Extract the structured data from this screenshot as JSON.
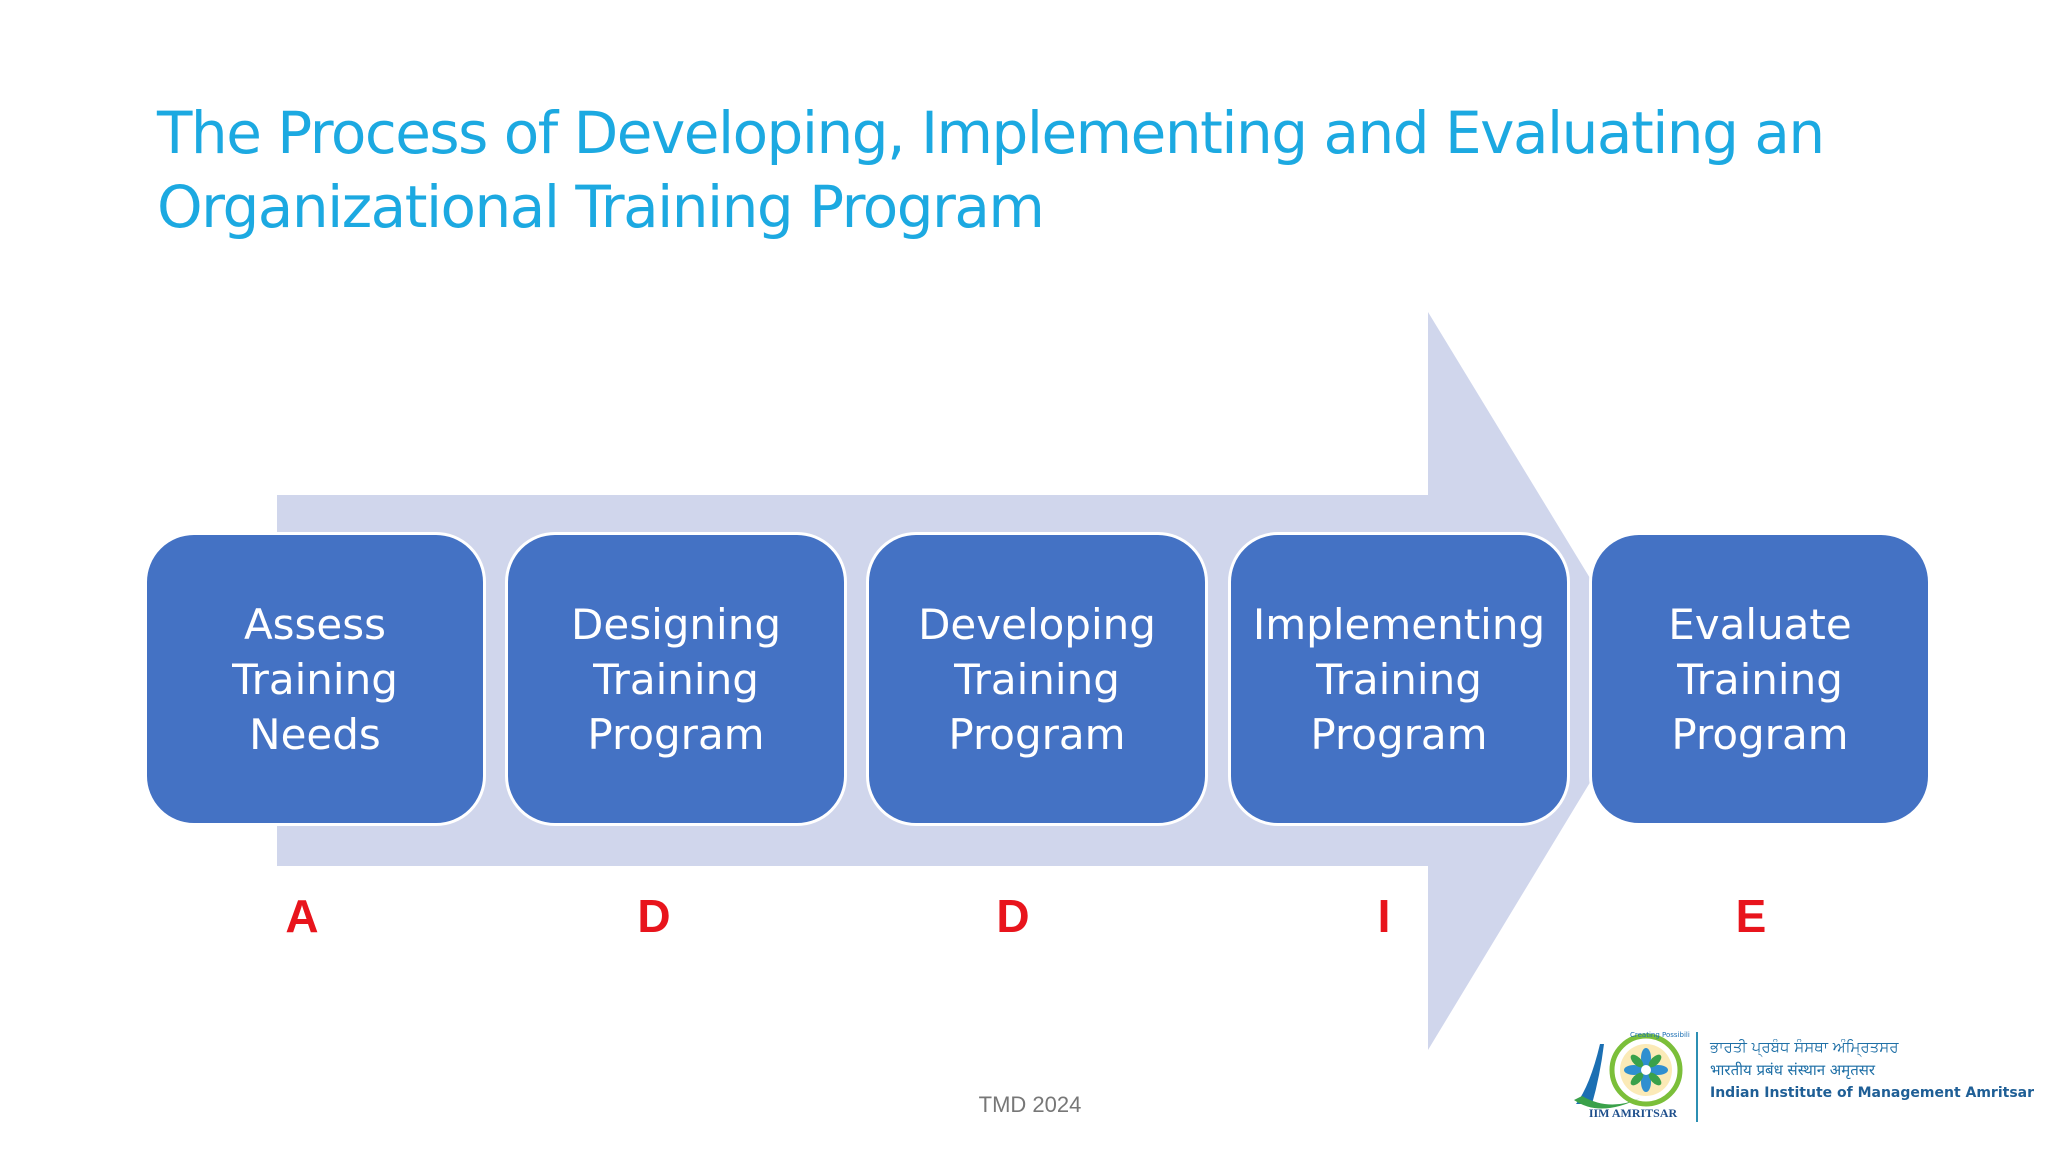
{
  "slide": {
    "title_line1": "The Process of Developing, Implementing and Evaluating an",
    "title_line2": "Organizational Training Program",
    "footer": "TMD 2024"
  },
  "steps": [
    {
      "label": "Assess\nTraining\nNeeds",
      "letter": "A"
    },
    {
      "label": "Designing\nTraining\nProgram",
      "letter": "D"
    },
    {
      "label": "Developing\nTraining\nProgram",
      "letter": "D"
    },
    {
      "label": "Implementing\nTraining\nProgram",
      "letter": "I"
    },
    {
      "label": "Evaluate\nTraining\nProgram",
      "letter": "E"
    }
  ],
  "logo": {
    "punjabi": "ਭਾਰਤੀ ਪ੍ਰਬੰਧ ਸੰਸਥਾ ਅੰਮ੍ਰਿਤਸਰ",
    "hindi": "भारतीय प्रबंध संस्थान अमृतसर",
    "english": "Indian Institute of Management Amritsar",
    "caption": "IIM AMRITSAR",
    "emblem_text": "Creating Possibilities"
  },
  "colors": {
    "title": "#1ca9e1",
    "box": "#4472c4",
    "arrow": "#d0d6ec",
    "letters": "#e8141c"
  },
  "icons": {
    "arrow": "process-arrow-icon",
    "logo": "iim-amritsar-logo-icon"
  }
}
